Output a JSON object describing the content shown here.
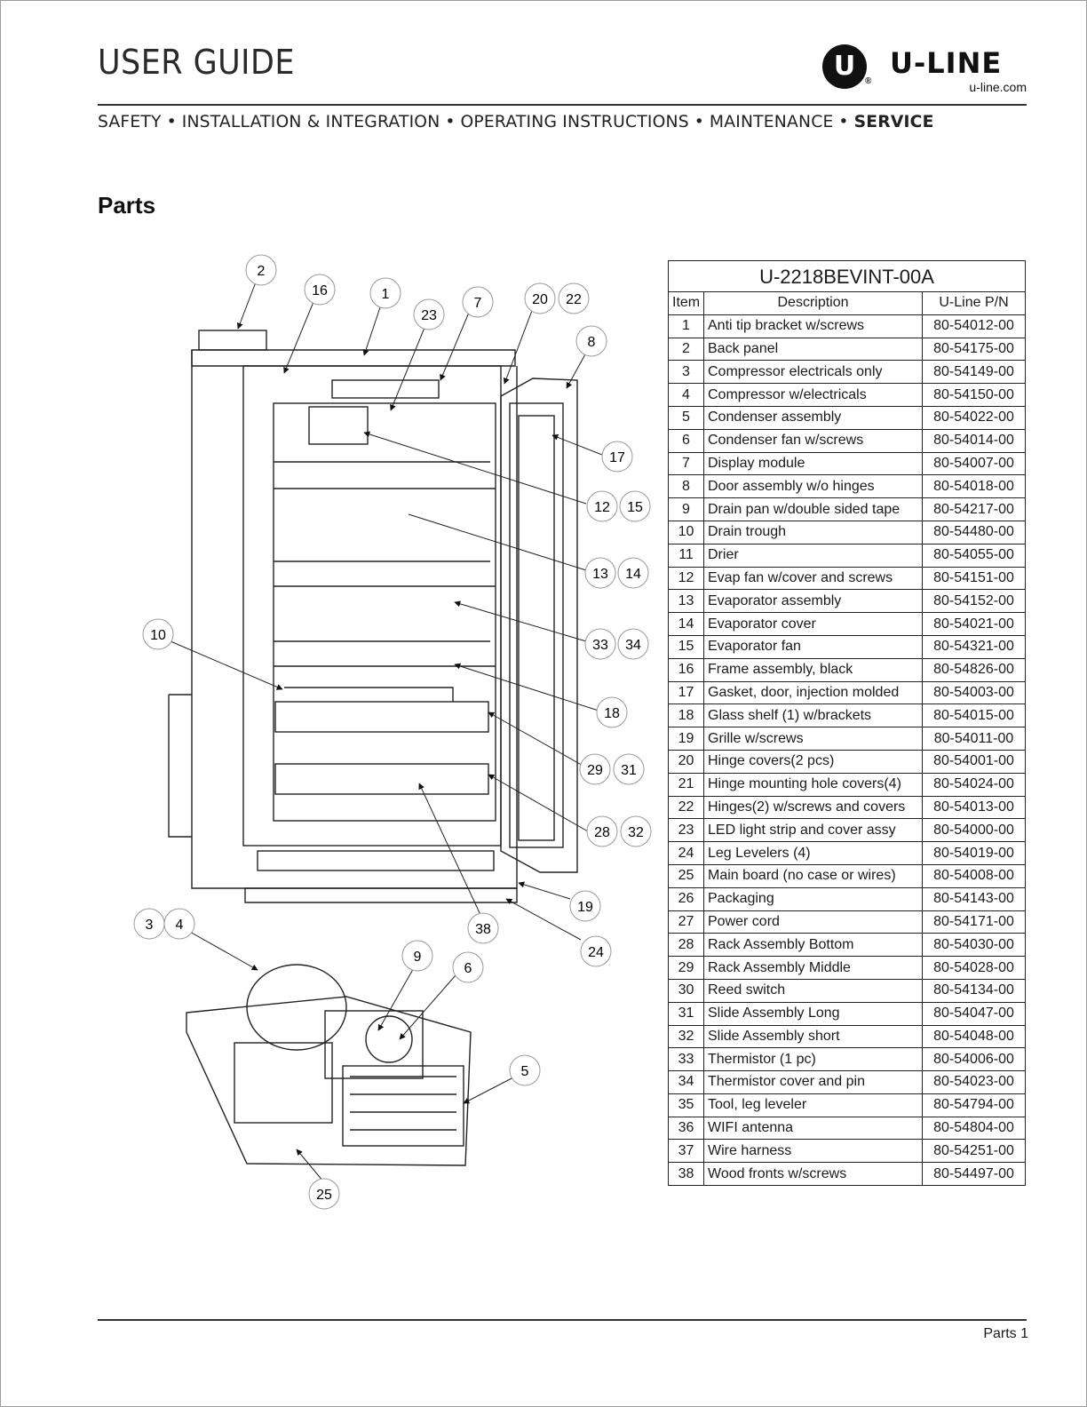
{
  "header": {
    "title": "USER GUIDE",
    "brand": {
      "name": "U-LINE",
      "url": "u-line.com",
      "mark": "U",
      "reg": "®"
    },
    "nav": [
      "SAFETY",
      "INSTALLATION & INTEGRATION",
      "OPERATING INSTRUCTIONS",
      "MAINTENANCE",
      "SERVICE"
    ],
    "nav_separator": "•"
  },
  "section_title": "Parts",
  "diagram": {
    "callouts": [
      "1",
      "2",
      "3",
      "4",
      "5",
      "6",
      "7",
      "8",
      "9",
      "10",
      "12",
      "13",
      "14",
      "15",
      "16",
      "17",
      "18",
      "19",
      "20",
      "22",
      "23",
      "24",
      "25",
      "28",
      "29",
      "31",
      "32",
      "33",
      "34",
      "38"
    ]
  },
  "parts_table": {
    "model": "U-2218BEVINT-00A",
    "columns": [
      "Item",
      "Description",
      "U-Line P/N"
    ],
    "rows": [
      [
        "1",
        "Anti tip bracket w/screws",
        "80-54012-00"
      ],
      [
        "2",
        "Back panel",
        "80-54175-00"
      ],
      [
        "3",
        "Compressor electricals only",
        "80-54149-00"
      ],
      [
        "4",
        "Compressor w/electricals",
        "80-54150-00"
      ],
      [
        "5",
        "Condenser assembly",
        "80-54022-00"
      ],
      [
        "6",
        "Condenser fan w/screws",
        "80-54014-00"
      ],
      [
        "7",
        "Display module",
        "80-54007-00"
      ],
      [
        "8",
        "Door assembly w/o hinges",
        "80-54018-00"
      ],
      [
        "9",
        "Drain pan w/double sided tape",
        "80-54217-00"
      ],
      [
        "10",
        "Drain trough",
        "80-54480-00"
      ],
      [
        "11",
        "Drier",
        "80-54055-00"
      ],
      [
        "12",
        "Evap fan w/cover and screws",
        "80-54151-00"
      ],
      [
        "13",
        "Evaporator assembly",
        "80-54152-00"
      ],
      [
        "14",
        "Evaporator cover",
        "80-54021-00"
      ],
      [
        "15",
        "Evaporator fan",
        "80-54321-00"
      ],
      [
        "16",
        "Frame assembly, black",
        "80-54826-00"
      ],
      [
        "17",
        "Gasket, door, injection molded",
        "80-54003-00"
      ],
      [
        "18",
        "Glass shelf (1) w/brackets",
        "80-54015-00"
      ],
      [
        "19",
        "Grille w/screws",
        "80-54011-00"
      ],
      [
        "20",
        "Hinge covers(2 pcs)",
        "80-54001-00"
      ],
      [
        "21",
        "Hinge mounting hole covers(4)",
        "80-54024-00"
      ],
      [
        "22",
        "Hinges(2) w/screws and covers",
        "80-54013-00"
      ],
      [
        "23",
        "LED light strip and cover assy",
        "80-54000-00"
      ],
      [
        "24",
        "Leg Levelers (4)",
        "80-54019-00"
      ],
      [
        "25",
        "Main board (no case or wires)",
        "80-54008-00"
      ],
      [
        "26",
        "Packaging",
        "80-54143-00"
      ],
      [
        "27",
        "Power cord",
        "80-54171-00"
      ],
      [
        "28",
        "Rack Assembly Bottom",
        "80-54030-00"
      ],
      [
        "29",
        "Rack Assembly Middle",
        "80-54028-00"
      ],
      [
        "30",
        "Reed switch",
        "80-54134-00"
      ],
      [
        "31",
        "Slide Assembly Long",
        "80-54047-00"
      ],
      [
        "32",
        "Slide Assembly short",
        "80-54048-00"
      ],
      [
        "33",
        "Thermistor (1 pc)",
        "80-54006-00"
      ],
      [
        "34",
        "Thermistor cover and pin",
        "80-54023-00"
      ],
      [
        "35",
        "Tool, leg leveler",
        "80-54794-00"
      ],
      [
        "36",
        "WIFI antenna",
        "80-54804-00"
      ],
      [
        "37",
        "Wire harness",
        "80-54251-00"
      ],
      [
        "38",
        "Wood fronts w/screws",
        "80-54497-00"
      ]
    ]
  },
  "footer": {
    "page_label": "Parts 1"
  }
}
